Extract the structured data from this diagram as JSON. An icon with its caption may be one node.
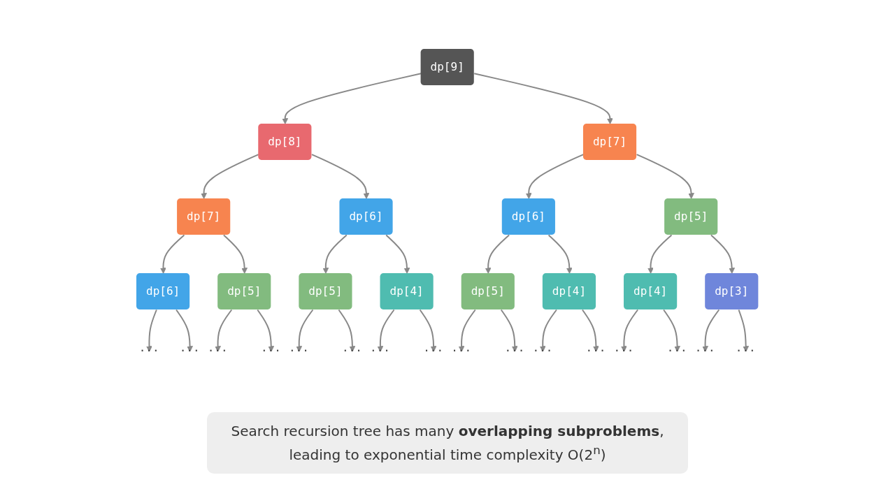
{
  "diagram": {
    "caption": "Search recursion tree has many **overlapping subproblems**, leading to exponential time complexity O(2$^{n}$)",
    "nodes": [
      {
        "text": [
          "dp[9]"
        ]
      },
      {
        "text": [
          "dp[8]"
        ]
      },
      {
        "text": [
          "dp[7]"
        ]
      },
      {
        "text": [
          "dp[7]"
        ]
      },
      {
        "text": [
          "dp[6]"
        ]
      },
      {
        "text": [
          "dp[6]"
        ]
      },
      {
        "text": [
          "dp[5]"
        ]
      },
      {
        "text": [
          "dp[6]"
        ]
      },
      {
        "text": [
          "dp[5]"
        ]
      },
      {
        "text": [
          "dp[5]"
        ]
      },
      {
        "text": [
          "dp[4]"
        ]
      },
      {
        "text": [
          "dp[5]"
        ]
      },
      {
        "text": [
          "dp[4]"
        ]
      },
      {
        "text": [
          "dp[4]"
        ]
      },
      {
        "text": [
          "dp[3]"
        ]
      },
      {
        "text": [
          "..."
        ]
      },
      {
        "text": [
          "..."
        ]
      },
      {
        "text": [
          "..."
        ]
      },
      {
        "text": [
          "..."
        ]
      },
      {
        "text": [
          "..."
        ]
      },
      {
        "text": [
          "..."
        ]
      },
      {
        "text": [
          "..."
        ]
      },
      {
        "text": [
          "..."
        ]
      },
      {
        "text": [
          "..."
        ]
      },
      {
        "text": [
          "..."
        ]
      },
      {
        "text": [
          "..."
        ]
      },
      {
        "text": [
          "..."
        ]
      },
      {
        "text": [
          "..."
        ]
      },
      {
        "text": [
          "..."
        ]
      },
      {
        "text": [
          "..."
        ]
      },
      {
        "text": [
          "..."
        ]
      }
    ],
    "edges": [
      {
        "from": 0,
        "to": 1,
        "arrow": "to"
      },
      {
        "from": 0,
        "to": 2,
        "arrow": "to"
      },
      {
        "from": 1,
        "to": 3,
        "arrow": "to"
      },
      {
        "from": 1,
        "to": 4,
        "arrow": "to"
      },
      {
        "from": 2,
        "to": 5,
        "arrow": "to"
      },
      {
        "from": 2,
        "to": 6,
        "arrow": "to"
      },
      {
        "from": 3,
        "to": 7,
        "arrow": "to"
      },
      {
        "from": 3,
        "to": 8,
        "arrow": "to"
      },
      {
        "from": 4,
        "to": 9,
        "arrow": "to"
      },
      {
        "from": 4,
        "to": 10,
        "arrow": "to"
      },
      {
        "from": 5,
        "to": 11,
        "arrow": "to"
      },
      {
        "from": 5,
        "to": 12,
        "arrow": "to"
      },
      {
        "from": 6,
        "to": 13,
        "arrow": "to"
      },
      {
        "from": 6,
        "to": 14,
        "arrow": "to"
      },
      {
        "from": 7,
        "to": 15,
        "arrow": "to"
      },
      {
        "from": 7,
        "to": 16,
        "arrow": "to"
      },
      {
        "from": 8,
        "to": 17,
        "arrow": "to"
      },
      {
        "from": 8,
        "to": 18,
        "arrow": "to"
      },
      {
        "from": 9,
        "to": 19,
        "arrow": "to"
      },
      {
        "from": 9,
        "to": 20,
        "arrow": "to"
      },
      {
        "from": 10,
        "to": 21,
        "arrow": "to"
      },
      {
        "from": 10,
        "to": 22,
        "arrow": "to"
      },
      {
        "from": 11,
        "to": 23,
        "arrow": "to"
      },
      {
        "from": 11,
        "to": 24,
        "arrow": "to"
      },
      {
        "from": 12,
        "to": 25,
        "arrow": "to"
      },
      {
        "from": 12,
        "to": 26,
        "arrow": "to"
      },
      {
        "from": 13,
        "to": 27,
        "arrow": "to"
      },
      {
        "from": 13,
        "to": 28,
        "arrow": "to"
      },
      {
        "from": 14,
        "to": 29,
        "arrow": "to"
      },
      {
        "from": 14,
        "to": 30,
        "arrow": "to"
      }
    ]
  }
}
